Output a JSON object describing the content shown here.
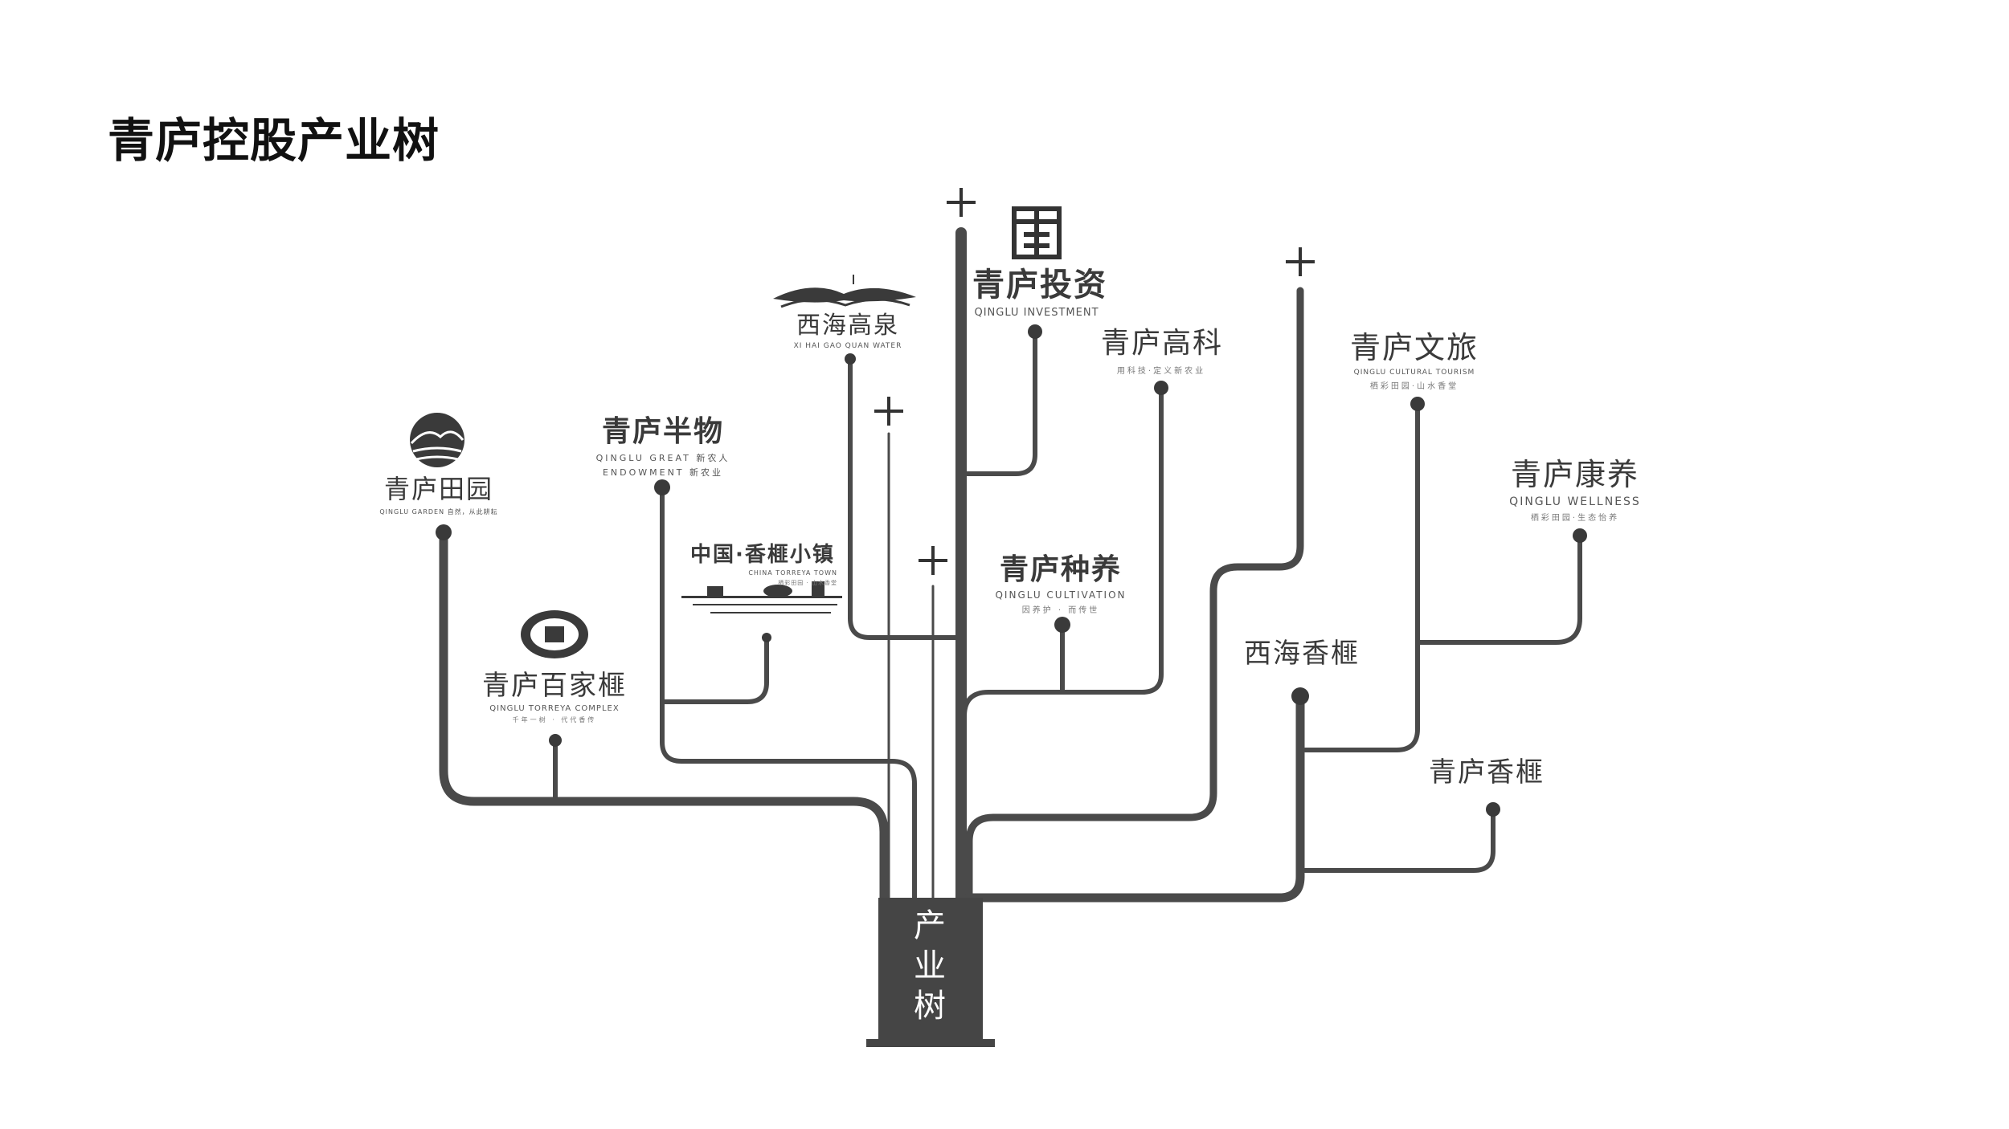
{
  "page": {
    "title": "青庐控股产业树"
  },
  "trunk": {
    "chars": [
      "产",
      "业",
      "树"
    ]
  },
  "icons": {
    "plus": "plus-icon",
    "mountain": "mountain-logo-icon",
    "seal": "seal-logo-icon",
    "wave": "wave-logo-icon",
    "frame": "qinglu-frame-logo-icon",
    "village": "village-landscape-icon"
  },
  "colors": {
    "branch": "#4a4a4a",
    "trunk": "#454545",
    "text": "#3a3a3a"
  },
  "brands": {
    "investment": {
      "cn": "青庐投资",
      "en": "QINGLU INVESTMENT"
    },
    "gaoquan": {
      "cn": "西海高泉",
      "en": "XI HAI GAO QUAN WATER"
    },
    "gaoke": {
      "cn": "青庐高科",
      "sub": "用科技·定义新农业"
    },
    "wenlv": {
      "cn": "青庐文旅",
      "en": "QINGLU CULTURAL TOURISM",
      "sub": "栖彩田园·山水香堂"
    },
    "kangyang": {
      "cn": "青庐康养",
      "en": "QINGLU WELLNESS",
      "sub": "栖彩田园·生态怡养"
    },
    "tianyuan": {
      "cn": "青庐田园",
      "en": "QINGLU GARDEN 自然，从此耕耘"
    },
    "wuwu": {
      "cn": "青庐半物",
      "en": "QINGLU GREAT  新农人",
      "en2": "ENDOWMENT  新农业"
    },
    "xiaozhen": {
      "cn": "中国·香榧小镇",
      "en": "CHINA TORREYA TOWN",
      "sub": "栖彩田园 · 山水香堂"
    },
    "zhongyang": {
      "cn": "青庐种养",
      "en": "QINGLU CULTIVATION",
      "sub": "因养护 · 而传世"
    },
    "baijiafei": {
      "cn": "青庐百家榧",
      "en": "QINGLU TORREYA COMPLEX",
      "sub": "千年一树 · 代代香传"
    },
    "xihaifei": {
      "cn": "西海香榧"
    },
    "qinglufei": {
      "cn": "青庐香榧"
    }
  }
}
